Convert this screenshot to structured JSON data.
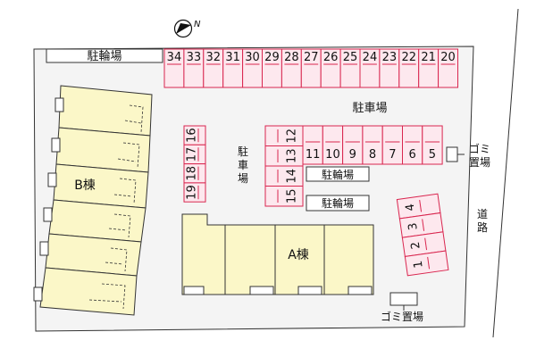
{
  "compass": {
    "north_letter": "N"
  },
  "labels": {
    "bicycle_top": "駐輪場",
    "parking_top": "駐車場",
    "parking_vertical": [
      "駐",
      "車",
      "場"
    ],
    "bicycle_mid_1": "駐輪場",
    "bicycle_mid_2": "駐輪場",
    "garbage_right": [
      "ゴミ",
      "置場"
    ],
    "garbage_bottom": "ゴミ置場",
    "building_b": "B棟",
    "building_a": "A棟",
    "road": [
      "道",
      "路"
    ]
  },
  "parking": {
    "top_row": [
      "34",
      "33",
      "32",
      "31",
      "30",
      "29",
      "28",
      "27",
      "26",
      "25",
      "24",
      "23",
      "22",
      "21",
      "20"
    ],
    "column_left": [
      "16",
      "17",
      "18",
      "19"
    ],
    "column_mid": [
      "12",
      "13",
      "14",
      "15"
    ],
    "row_mid": [
      "11",
      "10",
      "9",
      "8",
      "7",
      "6",
      "5"
    ],
    "right_group": [
      "4",
      "3",
      "2",
      "1"
    ]
  },
  "colors": {
    "lot_fill": "#f4f4f4",
    "parking_fill": "#fde8ee",
    "parking_stroke": "#d9264f",
    "building_fill": "#fbf7c8",
    "outline": "#333333"
  }
}
